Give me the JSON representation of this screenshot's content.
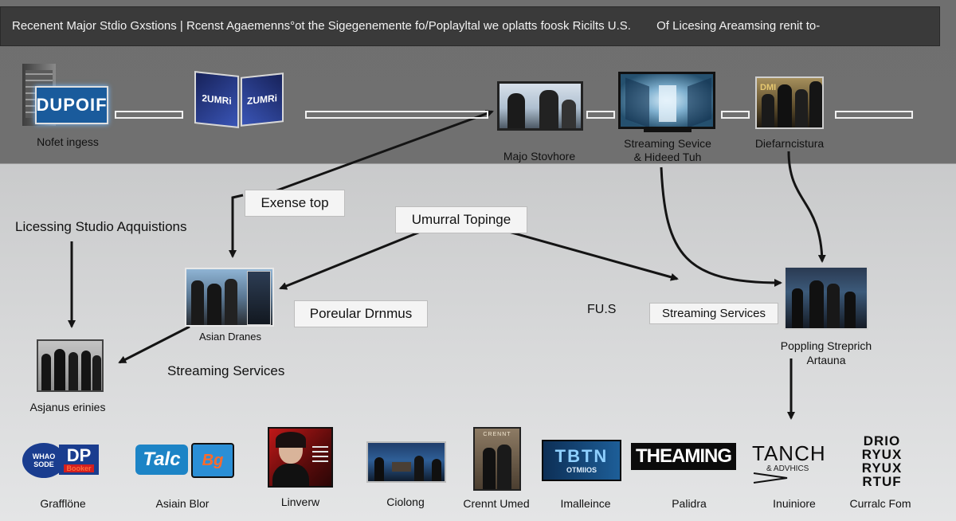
{
  "banner": {
    "title": "Recenent Major Stdio Gxstions | Rcenst Agaemenns°ot the Sigegenemente fo/Poplayltal we oplatts foosk Ricilts U.S.",
    "subtitle": "Of Licesing Areamsing renit to-"
  },
  "top_row": [
    {
      "label": "Nofet ingess",
      "thumb_text": "DUPOIF",
      "icon": "building-billboard-icon"
    },
    {
      "label": "",
      "thumb_text": "2UMRi",
      "thumb_text_b": "ZUMRi",
      "icon": "folded-billboard-icon"
    },
    {
      "label": "Majo Stovhore",
      "icon": "tv-screen-people-icon"
    },
    {
      "label": "Streaming Sevice\n& Hideed Tuh",
      "icon": "monitor-hallway-icon"
    },
    {
      "label": "Diefarncistura",
      "thumb_text": "DMI",
      "icon": "poster-people-icon"
    }
  ],
  "mid": {
    "left_heading": "Licessing Studio Aqquistions",
    "box_expense": "Exense top",
    "box_umural": "Umurral Topinge",
    "box_popular": "Poreular Drnmus",
    "asian_dramas_label": "Asian Dranes",
    "streaming_services_free": "Streaming Services",
    "fus": "FU.S",
    "box_streaming": "Streaming Services",
    "popping_label": "Poppling Strep⁠rich\nArtauna",
    "asjanus_label": "Asjanus erinies"
  },
  "bottom_row": [
    {
      "caption": "Grafflöne",
      "logo_text": "DP",
      "logo_sub": "WHAO\nSODE",
      "logo_extra": "Booker",
      "icon": "wo-dp-logo"
    },
    {
      "caption": "Asiain Blor",
      "logo_text": "Talc",
      "logo_b": "Bg",
      "icon": "talc-logo"
    },
    {
      "caption": "Linverw",
      "icon": "portrait-woman-icon"
    },
    {
      "caption": "Ciolong",
      "icon": "scene-people-icon"
    },
    {
      "caption": "Crennt Umed",
      "logo_text": "CRENNT",
      "icon": "book-cover-icon"
    },
    {
      "caption": "Imalleince",
      "logo_text": "TBTN",
      "logo_sub": "OTMIIOS",
      "icon": "tbtn-logo"
    },
    {
      "caption": "Palidra",
      "logo_text": "THEAMING",
      "icon": "theaming-logo"
    },
    {
      "caption": "Inuiniore",
      "logo_text": "TANCH",
      "logo_sub": "& ADVHICS",
      "icon": "tanch-logo"
    },
    {
      "caption": "Curralc Fom",
      "logo_text": "DRIO\nRYUX\nRYUX\nRTUF",
      "icon": "drio-logo"
    }
  ],
  "colors": {
    "band_top": "#707070",
    "band_bottom": "#d7d8d9",
    "banner": "#3a3a3a",
    "arrow": "#141414"
  }
}
